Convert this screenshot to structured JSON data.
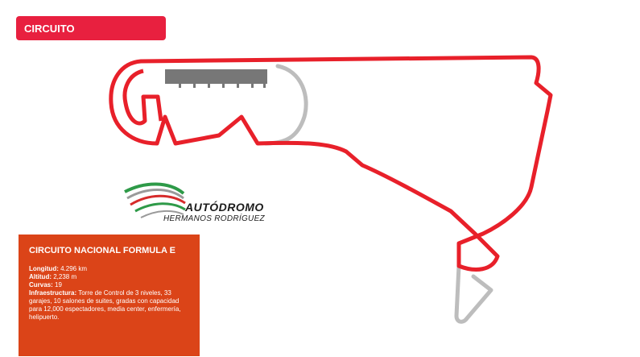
{
  "header": {
    "label": "CIRCUITO"
  },
  "logo": {
    "line1": "AUTÓDROMO",
    "line2": "HERMANOS RODRÍGUEZ"
  },
  "info": {
    "title": "CIRCUITO NACIONAL FORMULA E",
    "rows": [
      {
        "label": "Longitud:",
        "value": "4.296 km"
      },
      {
        "label": "Altitud:",
        "value": "2,238 m"
      },
      {
        "label": "Curvas:",
        "value": "19"
      },
      {
        "label": "Infraestructura:",
        "value": "Torre de Control de 3 niveles, 33 garajes, 10 salones de suites, gradas con capacidad para 12,000 espectadores, media center, enfermería, helipuerto."
      }
    ]
  },
  "colors": {
    "header": "#e8203f",
    "track": "#e8202a",
    "track_unused": "#bdbdbd",
    "card": "#db4418",
    "logo_green": "#2e9a48",
    "logo_red": "#d62b2b",
    "logo_gray": "#9a9a9a"
  }
}
